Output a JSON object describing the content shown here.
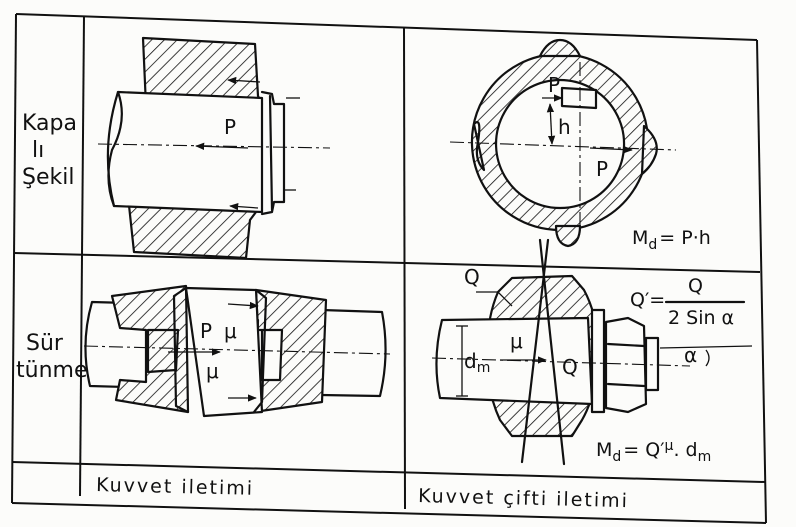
{
  "row_labels": {
    "top": [
      "Kapa",
      "lı",
      "Şekil"
    ],
    "bottom": [
      "Sür",
      "tünme"
    ]
  },
  "captions": {
    "left": "Kuvvet iletimi",
    "right": "Kuvvet çifti iletimi"
  },
  "panel_form_fit_force": {
    "force_label": "P"
  },
  "panel_form_fit_couple": {
    "force_top": "P",
    "arm": "h",
    "force_bottom": "P",
    "moment_lhs": "M",
    "moment_sub": "d",
    "moment_rhs": "= P·h"
  },
  "panel_friction_force": {
    "force_label": "P",
    "mu_top": "μ",
    "mu_bottom": "μ"
  },
  "panel_friction_couple": {
    "q_top": "Q",
    "q_prime_lhs": "Q′=",
    "q_prime_num": "Q",
    "q_prime_den": "2 Sin α",
    "diameter": "d",
    "diameter_sub": "m",
    "mu": "μ",
    "q_axial": "Q",
    "angle": "α",
    "moment_lhs": "M",
    "moment_sub": "d",
    "moment_mid": "= Q′",
    "moment_mu": "μ",
    "moment_rhs": ". d",
    "moment_rhs_sub": "m"
  },
  "icons": [
    "force-arrow",
    "section-hatching"
  ]
}
